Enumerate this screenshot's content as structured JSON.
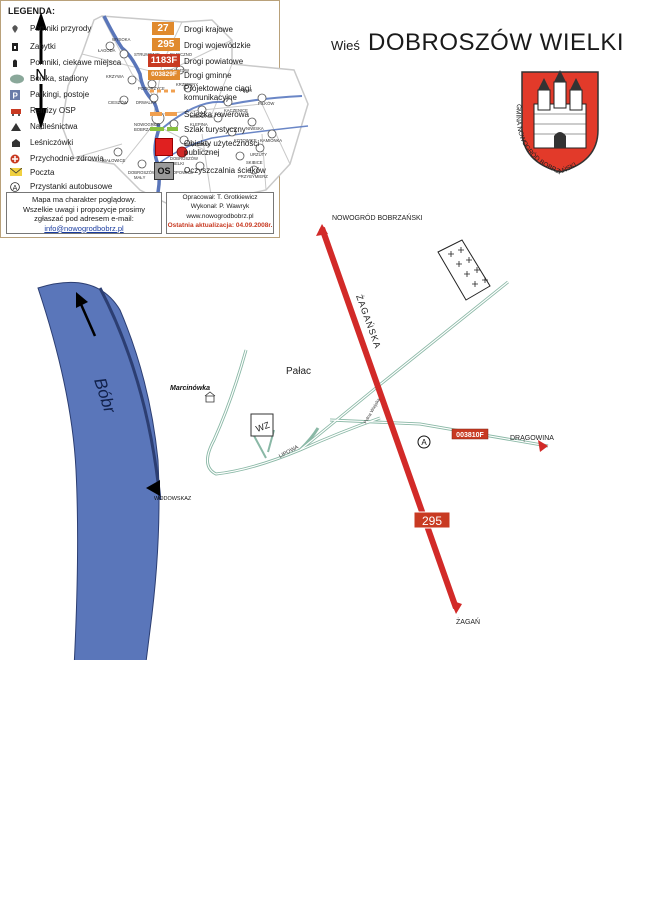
{
  "header": {
    "prefix": "Wieś",
    "title": "DOBROSZÓW WIELKI"
  },
  "compass": {
    "letter": "N"
  },
  "coat_of_arms": {
    "caption": "GMINA NOWOGRÓD BOBRZAŃSKI"
  },
  "inset_map": {
    "places": [
      "WYSOKA",
      "ŁAGODA",
      "STRUMIENIE",
      "PAJĘCZNO",
      "BOGACZÓW",
      "KRZYWA",
      "POGORZYCE",
      "KRZEWINY",
      "CIESZÓW",
      "DRWALKA",
      "PEŁKI",
      "PIŁKÓW",
      "NOWOGRÓD BOBRZAŃSKI",
      "BOBRZYCE",
      "KACZENICE",
      "NIWISKA",
      "KAMIONKA",
      "KLEPINA",
      "KOTOWICE",
      "URZUTY",
      "BIAŁOWICE",
      "DOBROSZÓW MAŁY",
      "DOBROSZÓW WIELKI",
      "POPOWICE",
      "DRĄGOWINA",
      "SKIBICE",
      "PRZYBYMIERZ"
    ]
  },
  "map": {
    "river_name": "Bóbr",
    "gauge_label": "WODOWSKAZ",
    "palace_label": "Pałac",
    "place_marcinowka": "Marcinówka",
    "wz_label": "WZ",
    "street_zaganska": "ŻAGAŃSKA",
    "street_lipowa": "LIPOWA",
    "street_polna": "Polna Wiejska",
    "dest_north": "NOWOGRÓD BOBRZAŃSKI",
    "dest_south": "ŻAGAŃ",
    "dest_east": "DRĄGOWINA",
    "road_295": "295",
    "road_003810F": "003810F",
    "bus_stop_symbol": "A"
  },
  "legend": {
    "title": "LEGENDA:",
    "left_items": [
      {
        "icon": "tree-icon",
        "label": "Pomniki przyrody"
      },
      {
        "icon": "monument-icon",
        "label": "Zabytki"
      },
      {
        "icon": "memorial-icon",
        "label": "Pomniki, ciekawe miejsca"
      },
      {
        "icon": "stadium-icon",
        "label": "Boiska, stadiony"
      },
      {
        "icon": "parking-icon",
        "label": "Parkingi, postoje"
      },
      {
        "icon": "fire-station-icon",
        "label": "Remizy OSP"
      },
      {
        "icon": "forestry-office-icon",
        "label": "Nadleśnictwa"
      },
      {
        "icon": "forester-lodge-icon",
        "label": "Leśniczówki"
      },
      {
        "icon": "health-clinic-icon",
        "label": "Przychodnie zdrowia"
      },
      {
        "icon": "post-office-icon",
        "label": "Poczta"
      },
      {
        "icon": "bus-stop-icon",
        "label": "Przystanki autobusowe"
      }
    ],
    "right_items": [
      {
        "badge": "27",
        "label": "Drogi krajowe",
        "color": "#e08a2e"
      },
      {
        "badge": "295",
        "label": "Drogi wojewódzkie",
        "color": "#e08a2e"
      },
      {
        "badge": "1183F",
        "label": "Drogi powiatowe",
        "color": "#c83a22"
      },
      {
        "badge": "003829F",
        "label": "Drogi gminne",
        "color": "#e08a2e"
      },
      {
        "label": "Projektowane ciągi komunikacyjne",
        "color": "#f0a050"
      },
      {
        "label": "Ścieżka rowerowa",
        "color": "#f0a050"
      },
      {
        "label": "Szlak turystyczny",
        "color": "#88c040"
      },
      {
        "label": "Obiekty użyteczności publicznej",
        "color": "#e02020"
      },
      {
        "badge": "OS",
        "label": "Oczyszczalnia ścieków",
        "color": "#9a9a9a"
      }
    ],
    "note": {
      "line1": "Mapa ma charakter poglądowy.",
      "line2": "Wszelkie uwagi i propozycje prosimy",
      "line3": "zgłaszać pod adresem e-mail:",
      "email": "info@nowogrodbobrz.pl"
    },
    "credits": {
      "author": "Opracował: T. Grotkiewicz",
      "made_by": "Wykonał: P. Wawryk",
      "website": "www.nowogrodbobrz.pl",
      "update": "Ostatnia aktualizacja: 04.09.2008r."
    }
  },
  "colors": {
    "river": "#5a76ba",
    "main_road": "#d22a28",
    "local_road": "#9ec8b8",
    "badge_orange": "#e08a2e",
    "badge_red": "#c83a22"
  }
}
